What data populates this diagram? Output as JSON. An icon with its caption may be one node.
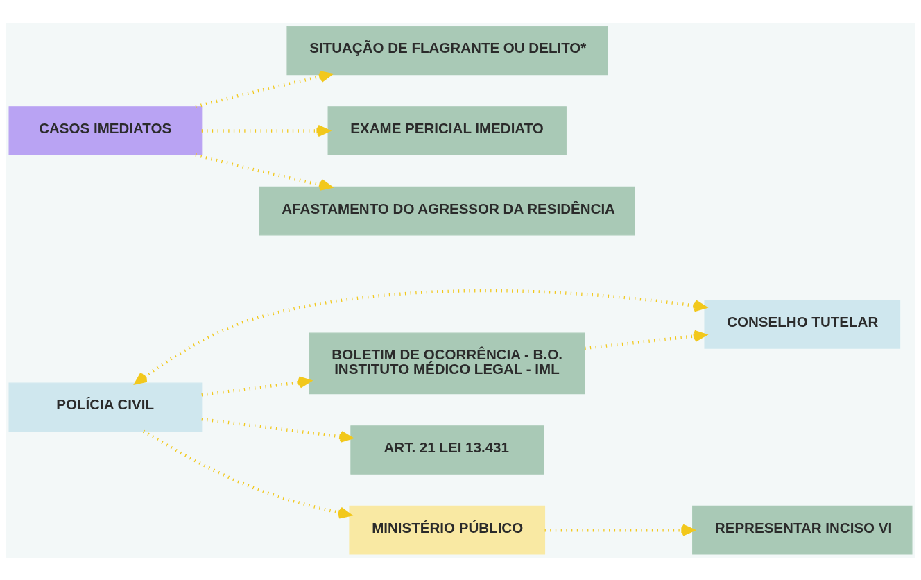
{
  "diagram": {
    "nodes": [
      {
        "text": [
          "POLÍCIA CIVIL"
        ]
      },
      {
        "text": [
          "CONSELHO TUTELAR"
        ]
      },
      {
        "text": [
          "BOLETIM DE OCORRÊNCIA - B.O.",
          "INSTITUTO MÉDICO LEGAL - IML"
        ]
      },
      {
        "text": [
          "ART. 21 LEI 13.431"
        ]
      },
      {
        "text": [
          "MINISTÉRIO PÚBLICO"
        ]
      },
      {
        "text": [
          "REPRESENTAR INCISO VI"
        ]
      },
      {
        "text": [
          "CASOS IMEDIATOS"
        ]
      },
      {
        "text": [
          "SITUAÇÃO DE FLAGRANTE OU DELITO*"
        ]
      },
      {
        "text": [
          "EXAME PERICIAL IMEDIATO"
        ]
      },
      {
        "text": [
          "AFASTAMENTO DO AGRESSOR DA RESIDÊNCIA"
        ]
      }
    ],
    "edges": [
      {
        "from": 0,
        "to": 1,
        "arrow": "both"
      },
      {
        "from": 0,
        "to": 2,
        "arrow": "to"
      },
      {
        "from": 0,
        "to": 3,
        "arrow": "to"
      },
      {
        "from": 0,
        "to": 4,
        "arrow": "to"
      },
      {
        "from": 2,
        "to": 1,
        "arrow": "to"
      },
      {
        "from": 4,
        "to": 5,
        "arrow": "to"
      },
      {
        "from": 6,
        "to": 7,
        "arrow": "to"
      },
      {
        "from": 6,
        "to": 8,
        "arrow": "to"
      },
      {
        "from": 6,
        "to": 9,
        "arrow": "to"
      }
    ]
  }
}
